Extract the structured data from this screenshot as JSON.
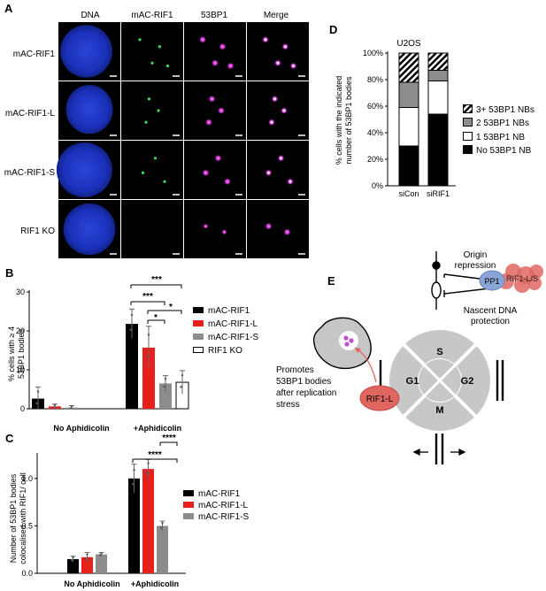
{
  "panel_labels": {
    "A": "A",
    "B": "B",
    "C": "C",
    "D": "D",
    "E": "E"
  },
  "panel_a": {
    "columns": [
      "DNA",
      "mAC-RIF1",
      "53BP1",
      "Merge"
    ],
    "rows": [
      "mAC-RIF1",
      "mAC-RIF1-L",
      "mAC-RIF1-S",
      "RIF1 KO"
    ]
  },
  "panel_b": {
    "ylabel_line1": "% cells with ≥ 4",
    "ylabel_line2": "53BP1 bodies",
    "yticks": [
      "0",
      "10",
      "20",
      "30"
    ],
    "groups": [
      "No Aphidicolin",
      "+Aphidicolin"
    ],
    "legend": [
      "mAC-RIF1",
      "mAC-RIF1-L",
      "mAC-RIF1-S",
      "RIF1 KO"
    ],
    "sig": [
      "***",
      "***",
      "*",
      "*"
    ]
  },
  "panel_c": {
    "ylabel_line1": "Number of 53BP1 bodies",
    "ylabel_line2": "colocalised with RIF1/ cell",
    "yticks": [
      "0.0",
      "0.5",
      "1.0"
    ],
    "groups": [
      "No Aphidicolin",
      "+Aphidicolin"
    ],
    "legend": [
      "mAC-RIF1",
      "mAC-RIF1-L",
      "mAC-RIF1-S"
    ],
    "sig": [
      "****",
      "****"
    ]
  },
  "panel_d": {
    "title": "U2OS",
    "ylabel_line1": "% cells with the indicated",
    "ylabel_line2": "number of 53BP1 bodies",
    "yticks": [
      "0%",
      "20%",
      "40%",
      "60%",
      "80%",
      "100%"
    ],
    "categories": [
      "siCon",
      "siRIF1"
    ],
    "legend": [
      "3+ 53BP1 NBs",
      "2 53BP1 NBs",
      "1 53BP1 NB",
      "No 53BP1 NB"
    ]
  },
  "panel_e": {
    "origin_line1": "Origin",
    "origin_line2": "repression",
    "pp1": "PP1",
    "rif1_ls": "RIF1-L/S",
    "nascent_line1": "Nascent DNA",
    "nascent_line2": "protection",
    "phase_s": "S",
    "phase_g1": "G1",
    "phase_g2": "G2",
    "phase_m": "M",
    "rif1_l": "RIF1-L",
    "promotes_line1": "Promotes",
    "promotes_line2": "53BP1 bodies",
    "promotes_line3": "after replication",
    "promotes_line4": "stress"
  },
  "colors": {
    "black": "#000000",
    "red": "#e8201c",
    "grey": "#8c8c8c",
    "dna_blue": "#1a36c8",
    "green": "#3ddc5a",
    "magenta": "#d23ad6",
    "pp1": "#8aa4d6",
    "rif1": "#e06660"
  },
  "chart_data": [
    {
      "type": "bar",
      "panel": "B",
      "categories": [
        "No Aphidicolin",
        "+Aphidicolin"
      ],
      "series": [
        {
          "name": "mAC-RIF1",
          "values": [
            2.6,
            21.8
          ],
          "errors": [
            3.0,
            3.8
          ]
        },
        {
          "name": "mAC-RIF1-L",
          "values": [
            0.6,
            15.7
          ],
          "errors": [
            0.6,
            5.5
          ]
        },
        {
          "name": "mAC-RIF1-S",
          "values": [
            0.3,
            6.5
          ],
          "errors": [
            0.5,
            2.0
          ]
        },
        {
          "name": "RIF1 KO",
          "values": [
            0.0,
            6.8
          ],
          "errors": [
            0.0,
            3.0
          ]
        }
      ],
      "ylim": [
        0,
        30
      ]
    },
    {
      "type": "bar",
      "panel": "C",
      "categories": [
        "No Aphidicolin",
        "+Aphidicolin"
      ],
      "series": [
        {
          "name": "mAC-RIF1",
          "values": [
            0.15,
            1.0
          ],
          "errors": [
            0.03,
            0.15
          ]
        },
        {
          "name": "mAC-RIF1-L",
          "values": [
            0.17,
            1.1
          ],
          "errors": [
            0.05,
            0.1
          ]
        },
        {
          "name": "mAC-RIF1-S",
          "values": [
            0.2,
            0.5
          ],
          "errors": [
            0.02,
            0.05
          ]
        }
      ],
      "ylim": [
        0,
        1.25
      ]
    },
    {
      "type": "bar",
      "panel": "D",
      "stacked": true,
      "categories": [
        "siCon",
        "siRIF1"
      ],
      "series": [
        {
          "name": "No 53BP1 NB",
          "values": [
            30,
            54
          ]
        },
        {
          "name": "1 53BP1 NB",
          "values": [
            29,
            25
          ]
        },
        {
          "name": "2 53BP1 NBs",
          "values": [
            19,
            8
          ]
        },
        {
          "name": "3+ 53BP1 NBs",
          "values": [
            22,
            13
          ]
        }
      ],
      "ylim": [
        0,
        100
      ]
    }
  ]
}
